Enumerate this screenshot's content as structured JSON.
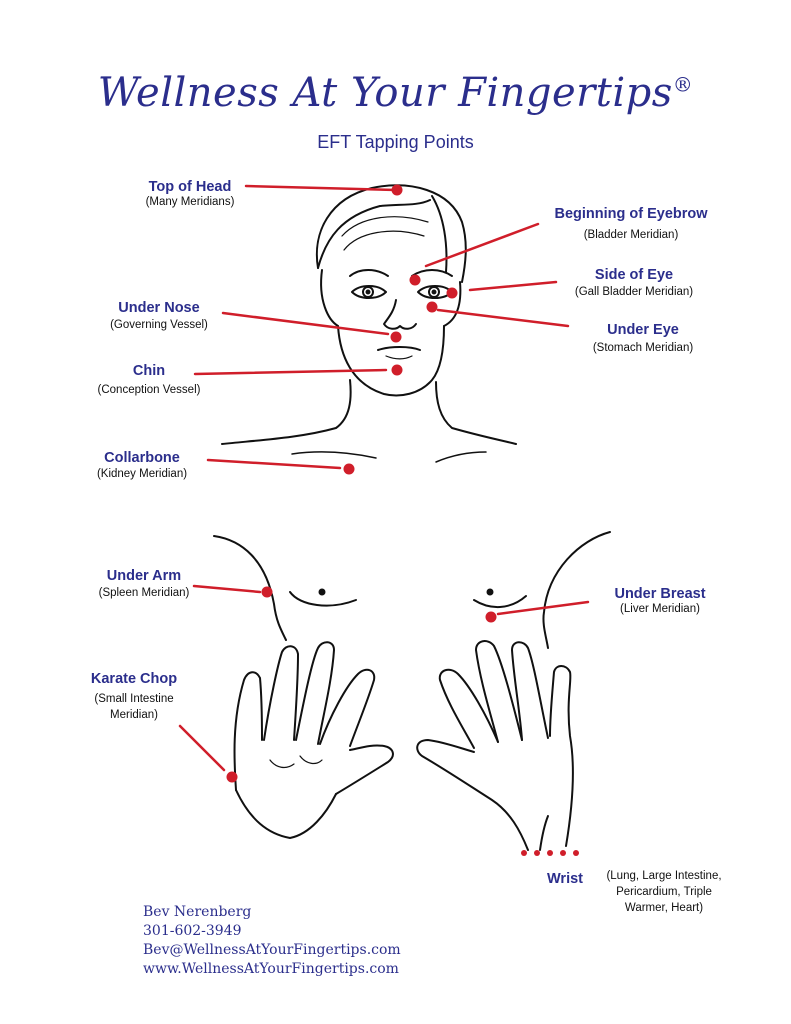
{
  "header": {
    "title": "Wellness At Your Fingertips",
    "registered_mark": "®",
    "subtitle": "EFT Tapping Points"
  },
  "points": {
    "top_of_head": {
      "name": "Top of Head",
      "meridian": "(Many Meridians)"
    },
    "eyebrow": {
      "name": "Beginning of Eyebrow",
      "meridian": "(Bladder Meridian)"
    },
    "side_of_eye": {
      "name": "Side of Eye",
      "meridian": "(Gall Bladder Meridian)"
    },
    "under_nose": {
      "name": "Under Nose",
      "meridian": "(Governing Vessel)"
    },
    "under_eye": {
      "name": "Under Eye",
      "meridian": "(Stomach Meridian)"
    },
    "chin": {
      "name": "Chin",
      "meridian": "(Conception Vessel)"
    },
    "collarbone": {
      "name": "Collarbone",
      "meridian": "(Kidney Meridian)"
    },
    "under_arm": {
      "name": "Under Arm",
      "meridian": "(Spleen Meridian)"
    },
    "under_breast": {
      "name": "Under Breast",
      "meridian": "(Liver Meridian)"
    },
    "karate_chop": {
      "name": "Karate Chop",
      "meridian_line1": "(Small Intestine",
      "meridian_line2": "Meridian)"
    },
    "wrist": {
      "name": "Wrist",
      "meridian_line1": "(Lung, Large Intestine,",
      "meridian_line2": "Pericardium, Triple",
      "meridian_line3": "Warmer, Heart)"
    }
  },
  "contact": {
    "name": "Bev Nerenberg",
    "phone": "301-602-3949",
    "email": "Bev@WellnessAtYourFingertips.com",
    "website": "www.WellnessAtYourFingertips.com"
  },
  "colors": {
    "title": "#2b2e8c",
    "point": "#d01e2a",
    "line": "#d01e2a",
    "drawing": "#111111"
  }
}
